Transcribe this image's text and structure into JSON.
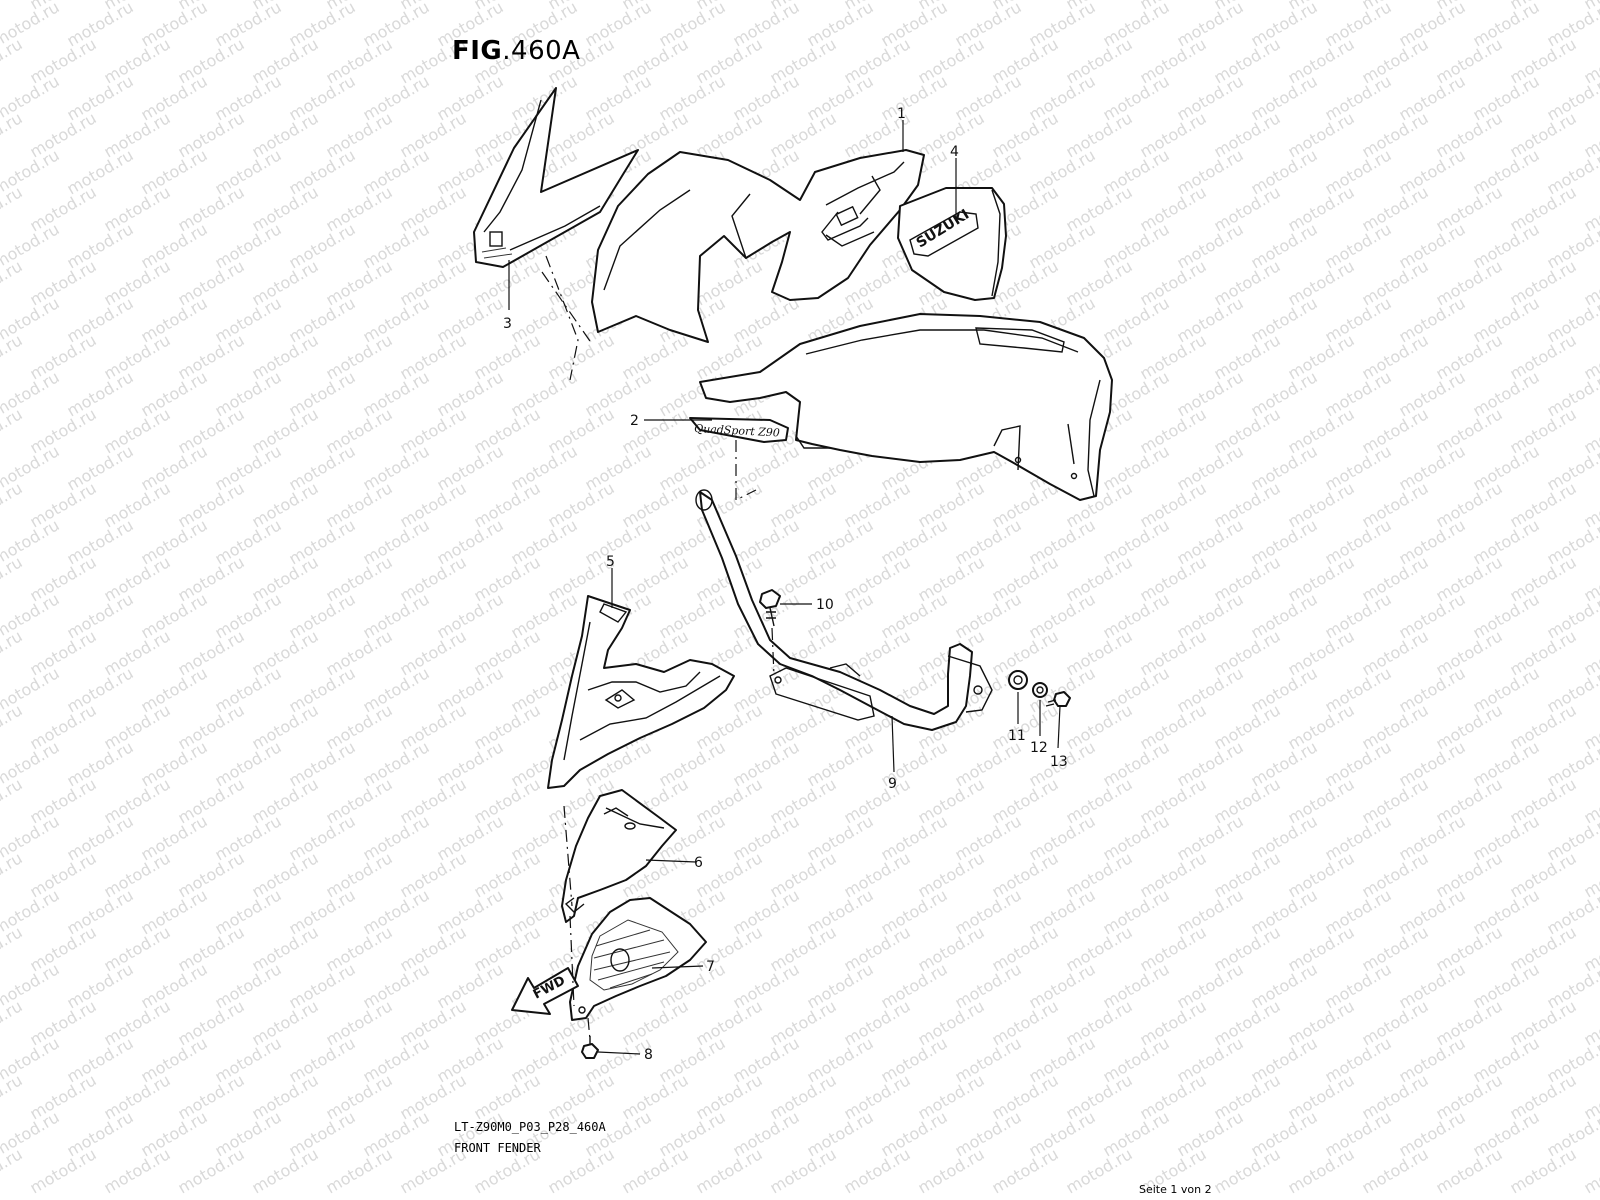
{
  "figure": {
    "prefix": "FIG",
    "separator": ".",
    "number": "460A"
  },
  "watermark_text": "motod.ru",
  "labels": {
    "brand": "SUZUKI",
    "model_decal": "QuadSport Z90",
    "direction": "FWD"
  },
  "callouts": [
    "1",
    "2",
    "3",
    "4",
    "5",
    "6",
    "7",
    "8",
    "9",
    "10",
    "11",
    "12",
    "13"
  ],
  "footer": {
    "code": "LT-Z90M0_P03_P28_460A",
    "name": "FRONT  FENDER"
  },
  "page_note": "Seite 1 von 2"
}
